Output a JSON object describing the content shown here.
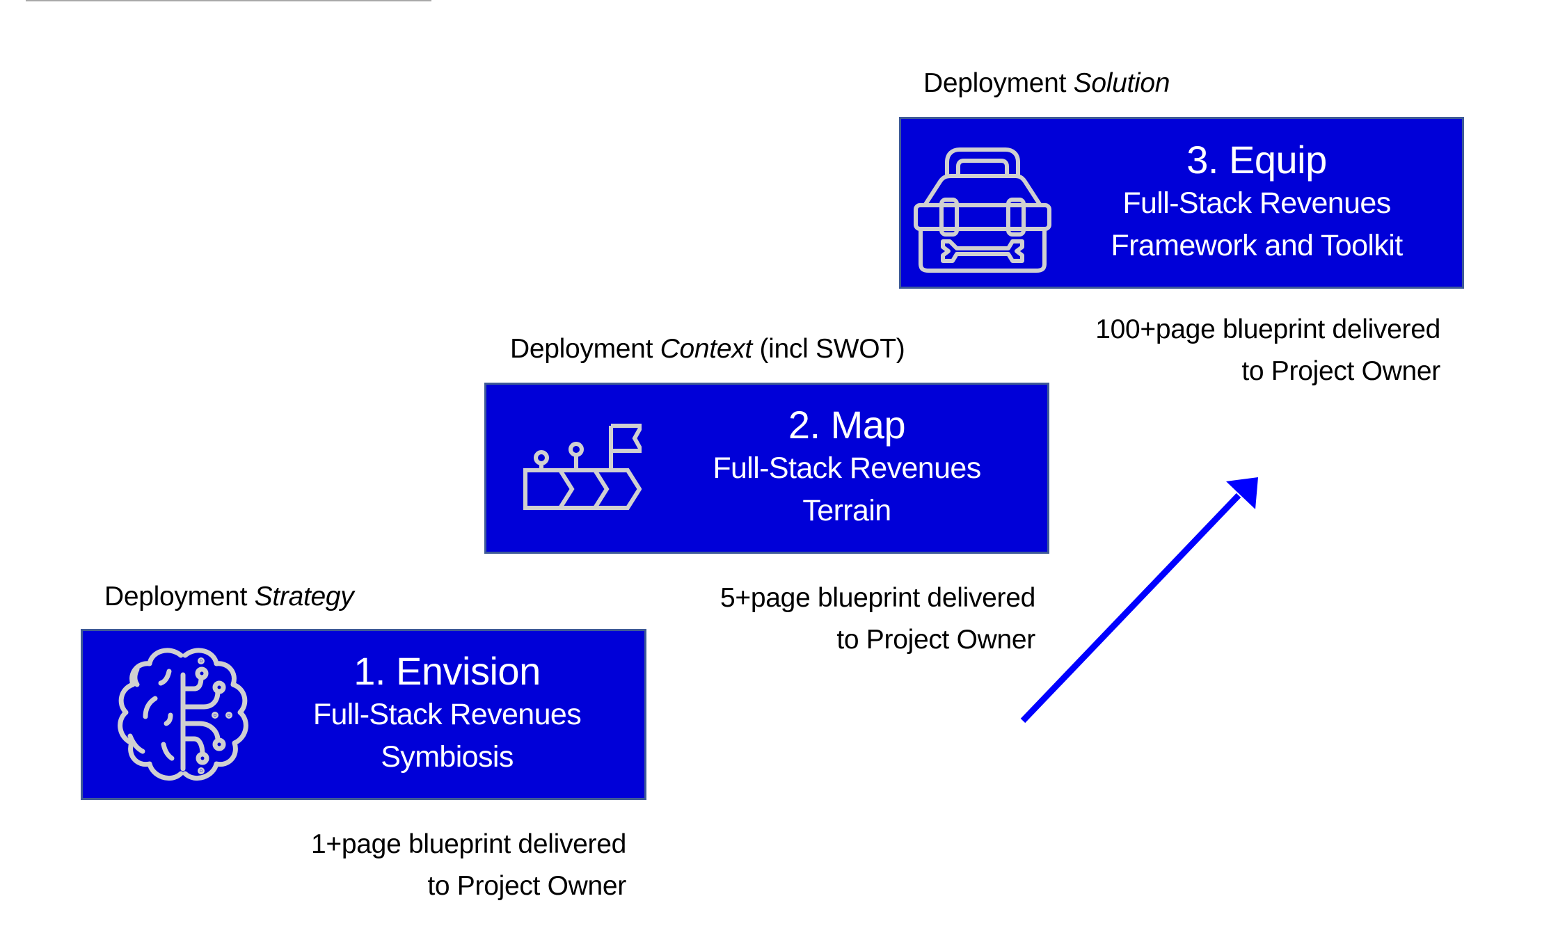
{
  "colors": {
    "box_fill": "#0000d8",
    "box_border": "#3f5b97",
    "icon_stroke": "#d0d0d0",
    "box_text": "#ffffff",
    "arrow": "#0000ff",
    "label_text": "#000000"
  },
  "stages": [
    {
      "label_prefix": "Deployment ",
      "label_emphasis": "Strategy",
      "label_suffix": "",
      "icon": "brain-circuit-icon",
      "title": "1. Envision",
      "subtitle_lines": [
        "Full-Stack Revenues",
        "Symbiosis"
      ],
      "description_lines": [
        "1+page blueprint delivered",
        "to Project Owner"
      ]
    },
    {
      "label_prefix": "Deployment ",
      "label_emphasis": "Context",
      "label_suffix": " (incl SWOT)",
      "icon": "roadmap-flag-icon",
      "title": "2. Map",
      "subtitle_lines": [
        "Full-Stack Revenues",
        "Terrain"
      ],
      "description_lines": [
        "5+page blueprint delivered",
        "to Project Owner"
      ]
    },
    {
      "label_prefix": "Deployment ",
      "label_emphasis": "Solution",
      "label_suffix": "",
      "icon": "toolbox-wrench-icon",
      "title": "3. Equip",
      "subtitle_lines": [
        "Full-Stack Revenues",
        "Framework and Toolkit"
      ],
      "description_lines": [
        "100+page blueprint delivered",
        "to Project Owner"
      ]
    }
  ],
  "progress_arrow": {
    "direction": "up-right",
    "icon": "arrow-up-right-icon"
  }
}
